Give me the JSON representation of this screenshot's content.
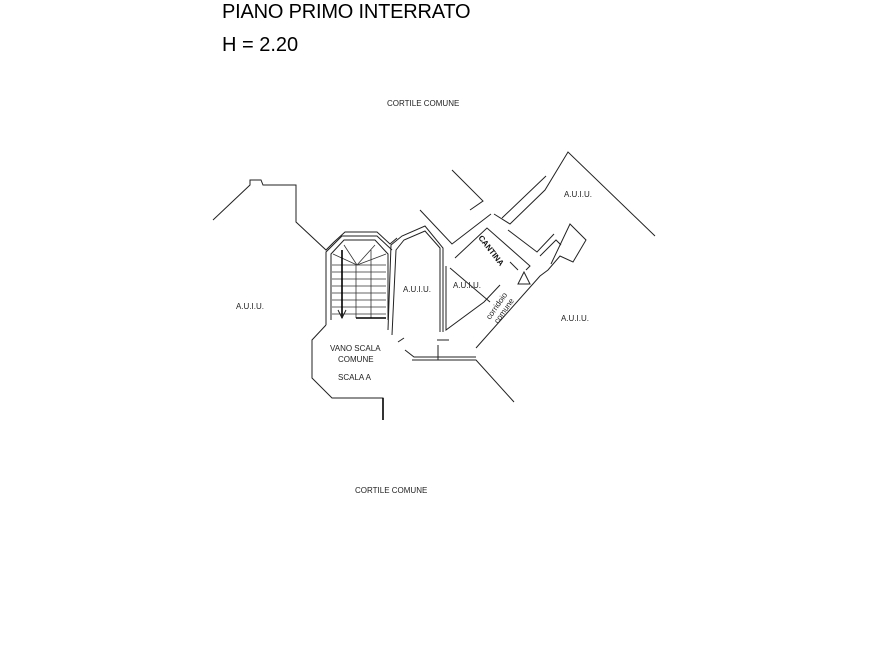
{
  "header": {
    "title": "PIANO PRIMO INTERRATO",
    "height_label": "H = 2.20"
  },
  "plan": {
    "labels": {
      "courtyard_top": "CORTILE COMUNE",
      "courtyard_bottom": "CORTILE COMUNE",
      "unit_left": "A.U.I.U.",
      "unit_center": "A.U.I.U.",
      "unit_center_right": "A.U.I.U.",
      "unit_top_right": "A.U.I.U.",
      "unit_right": "A.U.I.U.",
      "cellar": "CANTINA",
      "corridor_line1": "corridoio",
      "corridor_line2": "comune",
      "stair_line1": "VANO SCALA",
      "stair_line2": "COMUNE",
      "stair_name": "SCALA A"
    },
    "colors": {
      "line": "#222222",
      "background": "#ffffff"
    }
  }
}
